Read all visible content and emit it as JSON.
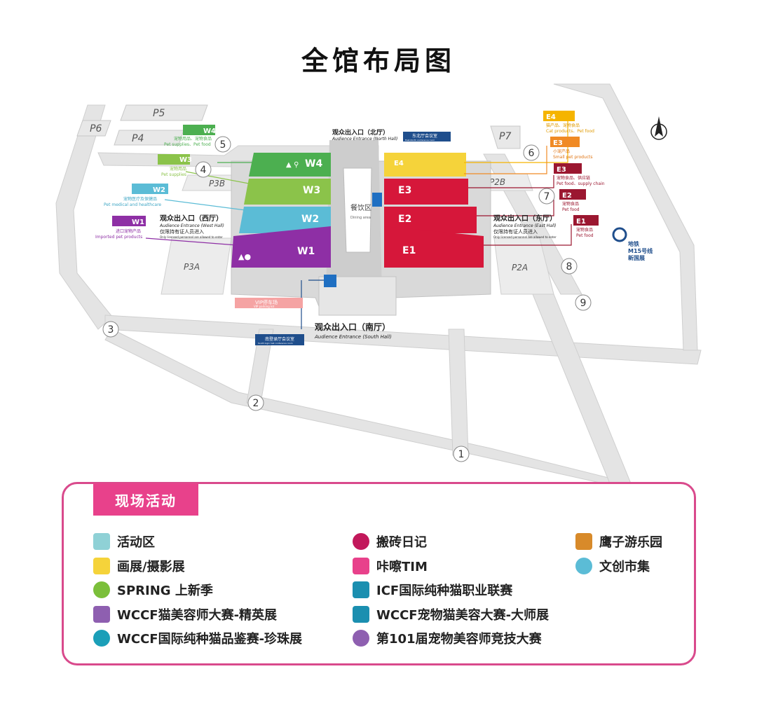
{
  "title": "全馆布局图",
  "colors": {
    "w4": "#4caf50",
    "w3": "#8bc34a",
    "w2": "#5bbcd6",
    "w1": "#8e2fa5",
    "e4": "#f5d33a",
    "e3": "#d6173a",
    "e2": "#d6173a",
    "e1": "#d6173a",
    "road": "#e2e2e2",
    "legend_border": "#d94a8c",
    "legend_tag": "#e8418b",
    "navy": "#1f4e8c"
  },
  "halls": {
    "w4": "W4",
    "w3": "W3",
    "w2": "W2",
    "w1": "W1",
    "e4": "E4",
    "e3": "E3",
    "e2": "E2",
    "e1": "E1",
    "dining_cn": "餐饮区",
    "dining_en": "Dining area"
  },
  "parking": {
    "p6": "P6",
    "p5": "P5",
    "p4": "P4",
    "p3b": "P3B",
    "p3a": "P3A",
    "p7": "P7",
    "p2b": "P2B",
    "p2a": "P2A"
  },
  "gates": [
    "1",
    "2",
    "3",
    "4",
    "5",
    "6",
    "7",
    "8",
    "9"
  ],
  "west_labels": {
    "w4_tag": "W4",
    "w4_cn": "宠物用品、宠物食品",
    "w4_en": "Pet supplies、Pet food",
    "w3_tag": "W3",
    "w3_cn": "宠物用品",
    "w3_en": "Pet supplies",
    "w2_tag": "W2",
    "w2_cn": "宠物医疗及保健品",
    "w2_en": "Pet medical and healthcare",
    "w1_tag": "W1",
    "w1_cn": "进口宠物产品",
    "w1_en": "Imported pet products"
  },
  "east_labels": {
    "e4_tag": "E4",
    "e4_cn": "猫产品、宠物食品",
    "e4_en": "Cat products、Pet food",
    "e3a_tag": "E3",
    "e3a_cn": "小宠产品",
    "e3a_en": "Small pet products",
    "e3b_tag": "E3",
    "e3b_cn": "宠物食品、供应链",
    "e3b_en": "Pet food、supply chain",
    "e2_tag": "E2",
    "e2_cn": "宠物食品",
    "e2_en": "Pet food",
    "e1_tag": "E1",
    "e1_cn": "宠物食品",
    "e1_en": "Pet food"
  },
  "entrances": {
    "north_cn": "观众出入口（北厅）",
    "north_en": "Audience Entrance (North Hall)",
    "north_meeting": "东北厅会议室",
    "north_meeting_en": "East-North conference room",
    "west_cn": "观众出入口（西厅）",
    "west_en": "Audience Entrance (West Hall)",
    "west_note": "仅限持有证人员进入",
    "west_note_en": "Only licensed personnel are allowed to enter",
    "east_cn": "观众出入口（东厅）",
    "east_en": "Audience Entrance (East Hall)",
    "east_note": "仅限持有证人员进入",
    "east_note_en": "Only licensed personnel are allowed to enter",
    "south_cn": "观众出入口（南厅）",
    "south_en": "Audience Entrance (South Hall)",
    "south_meeting": "南登录厅会议室",
    "south_meeting_en": "South login hall conference room",
    "vip_cn": "VIP停车场",
    "vip_en": "VIP parking lot"
  },
  "metro": {
    "line1": "地铁",
    "line2": "M15号线",
    "line3": "新国展"
  },
  "legend": {
    "tag": "现场活动",
    "col1": [
      {
        "icon": "activity-area-icon",
        "label": "活动区",
        "color": "#8fd1d6"
      },
      {
        "icon": "painting-exhibition-icon",
        "label": "画展/摄影展",
        "color": "#f5d33a"
      },
      {
        "icon": "spring-flower-icon",
        "label": "SPRING 上新季",
        "color": "#7bbf3a"
      },
      {
        "icon": "groomer-bottle-icon",
        "label": "WCCF猫美容师大赛-精英展",
        "color": "#8e5fb0"
      },
      {
        "icon": "check-badge-icon",
        "label": "WCCF国际纯种猫品鉴赛-珍珠展",
        "color": "#1b9fb8"
      }
    ],
    "col2": [
      {
        "icon": "paw-icon",
        "label": "搬砖日记",
        "color": "#c2185b"
      },
      {
        "icon": "bear-face-icon",
        "label": "咔嚓TIM",
        "color": "#e8418b"
      },
      {
        "icon": "trophy-icon",
        "label": "ICF国际纯种猫职业联赛",
        "color": "#1b8fb0"
      },
      {
        "icon": "dryer-icon",
        "label": "WCCF宠物猫美容大赛-大师展",
        "color": "#1b8fb0"
      },
      {
        "icon": "cat-bowl-icon",
        "label": "第101届宠物美容师竞技大赛",
        "color": "#8e5fb0"
      }
    ],
    "col3": [
      {
        "icon": "ferris-wheel-icon",
        "label": "鹰子游乐园",
        "color": "#d88a2a"
      },
      {
        "icon": "market-globe-icon",
        "label": "文创市集",
        "color": "#5bbcd6"
      }
    ]
  }
}
